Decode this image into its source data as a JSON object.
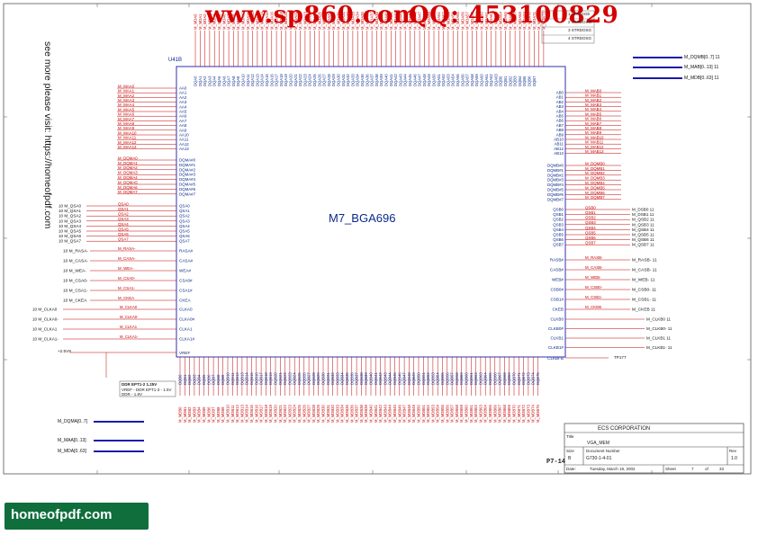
{
  "watermark": {
    "url": "www.sp860.com",
    "qq": "QQ: 453100829"
  },
  "side_note": "see more please visit: https://homeofpdf.com",
  "logo": "homeofpdf.com",
  "chip": {
    "ref": "U41B",
    "name": "M7_BGA696"
  },
  "left_inputs": {
    "ma": [
      "M_MAA0",
      "M_MAA1",
      "M_MAA2",
      "M_MAA3",
      "M_MAA4",
      "M_MAA5",
      "M_MAA6",
      "M_MAA7",
      "M_MAA8",
      "M_MAA9",
      "M_MAA10",
      "M_MAA11",
      "M_MAA12",
      "M_MAA13"
    ],
    "ma_pins": [
      "AA0",
      "AA1",
      "AA2",
      "AA3",
      "AA4",
      "AA5",
      "AA6",
      "AA7",
      "AA8",
      "AA9",
      "AA10",
      "AA11",
      "AA12",
      "AA13"
    ],
    "dqm": [
      "M_DQMA0",
      "M_DQMA1",
      "M_DQMA2",
      "M_DQMA3",
      "M_DQMA4",
      "M_DQMA5",
      "M_DQMA6",
      "M_DQMA7"
    ],
    "dqm_pins": [
      "DQMA#0",
      "DQMA#1",
      "DQMA#2",
      "DQMA#3",
      "DQMA#4",
      "DQMA#5",
      "DQMA#6",
      "DQMA#7"
    ],
    "qsa": [
      "10 M_QSA0",
      "10 M_QSA1",
      "10 M_QSA2",
      "10 M_QSA3",
      "10 M_QSA4",
      "10 M_QSA5",
      "10 M_QSA6",
      "10 M_QSA7"
    ],
    "qsa_pins": [
      "QSA0",
      "QSA1",
      "QSA2",
      "QSA3",
      "QSA4",
      "QSA5",
      "QSA6",
      "QSA7"
    ],
    "ctrl": [
      {
        "label": "10 M_RASA-",
        "pin": "RASA#"
      },
      {
        "label": "10 M_CASA-",
        "pin": "CASA#"
      },
      {
        "label": "10 M_WEA-",
        "pin": "WEA#"
      },
      {
        "label": "10 M_CSA0-",
        "pin": "CSA0#"
      },
      {
        "label": "10 M_CSA1-",
        "pin": "CSA1#"
      },
      {
        "label": "10 M_CKEA",
        "pin": "CKEA"
      }
    ],
    "clk": [
      {
        "label": "10 M_CLKA0",
        "pin": "CLKA0"
      },
      {
        "label": "10 M_CLKA0-",
        "pin": "CLKA0#"
      },
      {
        "label": "10 M_CLKA1",
        "pin": "CLKA1"
      },
      {
        "label": "10 M_CLKA1-",
        "pin": "CLKA1#"
      }
    ],
    "vref_label": "+2.5VS",
    "vref_pin": "VREF"
  },
  "right_outputs": {
    "mb_pins": [
      "AB0",
      "AB1",
      "AB2",
      "AB3",
      "AB4",
      "AB5",
      "AB6",
      "AB7",
      "AB8",
      "AB9",
      "AB10",
      "AB11",
      "AB12",
      "AB13"
    ],
    "mb": [
      "M_MAB0",
      "M_MAB1",
      "M_MAB2",
      "M_MAB3",
      "M_MAB4",
      "M_MAB5",
      "M_MAB6",
      "M_MAB7",
      "M_MAB8",
      "M_MAB9",
      "M_MAB10",
      "M_MAB11",
      "M_MAB12",
      "M_MAB13"
    ],
    "dqmb_pins": [
      "DQMB#0",
      "DQMB#1",
      "DQMB#2",
      "DQMB#3",
      "DQMB#4",
      "DQMB#5",
      "DQMB#6",
      "DQMB#7"
    ],
    "dqmb": [
      "M_DQMB0",
      "M_DQMB1",
      "M_DQMB2",
      "M_DQMB3",
      "M_DQMB4",
      "M_DQMB5",
      "M_DQMB6",
      "M_DQMB7"
    ],
    "qsb_pins": [
      "QSB0",
      "QSB1",
      "QSB2",
      "QSB3",
      "QSB4",
      "QSB5",
      "QSB6",
      "QSB7"
    ],
    "qsb": [
      "M_DSB0 11",
      "M_DSB1 11",
      "M_QSB2 11",
      "M_QSB3 11",
      "M_QSB4 11",
      "M_QSB5 11",
      "M_QSB6 11",
      "M_QSB7 11"
    ],
    "ctrl": [
      {
        "pin": "RASB#",
        "label": "M_RASB- 11"
      },
      {
        "pin": "CASB#",
        "label": "M_CASB- 11"
      },
      {
        "pin": "WEB#",
        "label": "M_WEB- 11"
      },
      {
        "pin": "CSB0#",
        "label": "M_CSB0- 11"
      },
      {
        "pin": "CSB1#",
        "label": "M_CSB1- 11"
      },
      {
        "pin": "CKEB",
        "label": "M_CKEB 11"
      }
    ],
    "clk": [
      {
        "pin": "CLKB0",
        "label": "M_CLKB0 11"
      },
      {
        "pin": "CLKB0#",
        "label": "M_CLKB0- 11"
      },
      {
        "pin": "CLKB1",
        "label": "M_CLKB1 11"
      },
      {
        "pin": "CLKB1#",
        "label": "M_CLKB1- 11"
      }
    ],
    "clkfb_pin": "CLKBFB",
    "tp": "TP177",
    "buses": [
      "M_DQMB[0..7] 11",
      "M_MAB[0..13] 11",
      "M_MDB[0..63] 11"
    ]
  },
  "bottom_buses": [
    "M_DQMA[0..7]",
    "M_MAA[0..13]",
    "M_MDA[0..63]"
  ],
  "top_right_power": [
    "1 VOLTAGE",
    "2 STRDOSG",
    "3 STRDOSG",
    "4 STRDOSG"
  ],
  "title_block": {
    "company": "ECS CORPORATION",
    "title_label": "Title",
    "title": "VGA_MEM",
    "size_label": "Size",
    "size": "B",
    "doc_label": "Document Number",
    "doc": "G730-1-4-01",
    "rev_label": "Rev",
    "rev": "1.0",
    "date_label": "Date:",
    "date": "Tuesday, March 19, 2002",
    "sheet_label": "Sheet",
    "sheet": "7",
    "of_label": "of",
    "of": "33"
  },
  "sheet_tag": "P7-14",
  "ddr_table": {
    "header": "DDR EPT1-2  1.25V",
    "rows": [
      "VREF - DDR EPT1-3 - 1.5V",
      "DDR - 1.8V"
    ]
  },
  "colors": {
    "pin": "#0a2a8a",
    "net": "#c40000",
    "wire": "#c40000",
    "bus": "#1a1aa8",
    "border": "#333333",
    "watermark": "#d40000"
  }
}
